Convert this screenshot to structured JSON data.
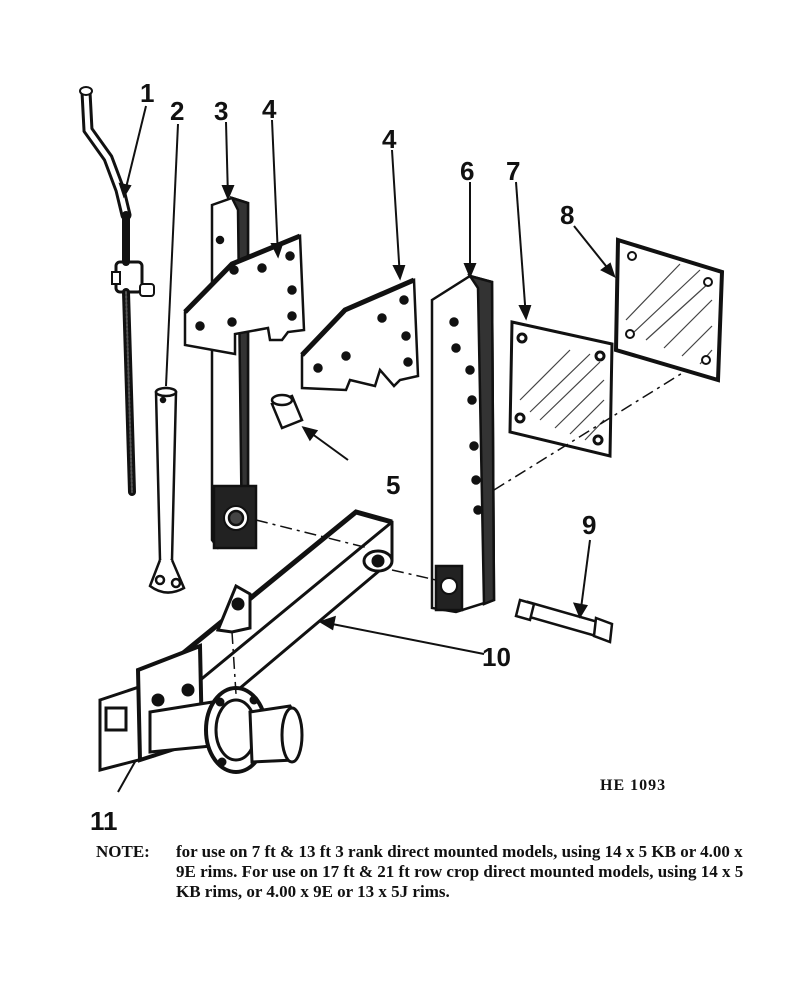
{
  "diagram": {
    "callouts": {
      "c1": "1",
      "c2": "2",
      "c3": "3",
      "c4a": "4",
      "c4b": "4",
      "c5": "5",
      "c6": "6",
      "c7": "7",
      "c8": "8",
      "c9": "9",
      "c10": "10",
      "c11": "11"
    },
    "drawing_code": "HE 1093"
  },
  "note": {
    "label": "NOTE:",
    "text": "for use on 7 ft & 13 ft 3 rank direct mounted models, using 14 x 5 KB or 4.00 x 9E rims. For use on 17 ft & 21 ft row crop direct mounted models, using 14 x 5 KB rims, or 4.00 x 9E or 13 x 5J rims."
  },
  "colors": {
    "ink": "#111111",
    "paper": "#ffffff"
  }
}
